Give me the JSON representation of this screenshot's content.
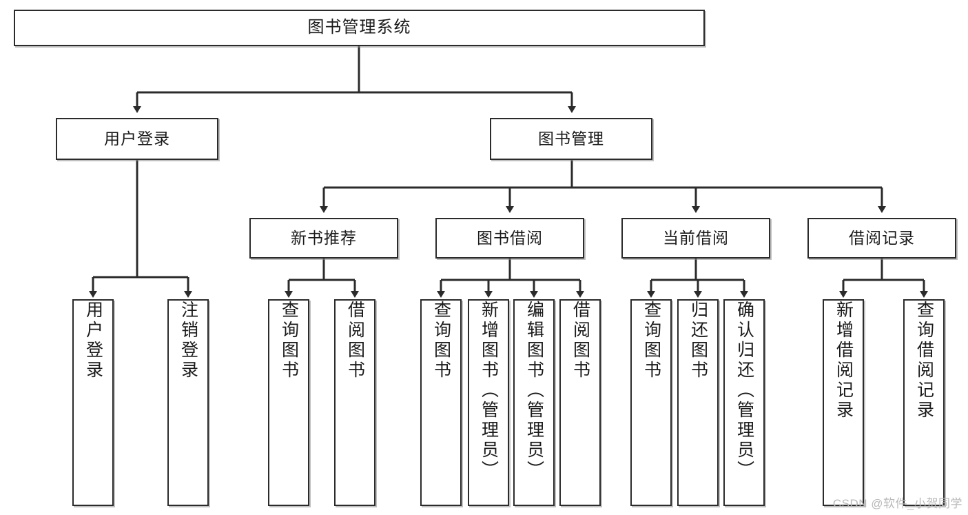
{
  "diagram": {
    "title": "图书管理系统",
    "type": "tree",
    "watermark": "CSDN @软件_小贺同学",
    "colors": {
      "box_border": "#2b2b2b",
      "box_fill": "#ffffff",
      "edge": "#2b2b2b",
      "text": "#1a1a1a",
      "watermark": "#b9b9b9"
    },
    "nodes": {
      "root": {
        "label": "图书管理系统"
      },
      "level2": [
        {
          "label": "用户登录"
        },
        {
          "label": "图书管理"
        }
      ],
      "level3": [
        {
          "label": "新书推荐"
        },
        {
          "label": "图书借阅"
        },
        {
          "label": "当前借阅"
        },
        {
          "label": "借阅记录"
        }
      ],
      "leaves": {
        "user_login": [
          {
            "label": "用户登录"
          },
          {
            "label": "注销登录"
          }
        ],
        "new_book_recommend": [
          {
            "label": "查询图书"
          },
          {
            "label": "借阅图书"
          }
        ],
        "book_borrow": [
          {
            "label": "查询图书"
          },
          {
            "label": "新增图书（管理员）"
          },
          {
            "label": "编辑图书（管理员）"
          },
          {
            "label": "借阅图书"
          }
        ],
        "current_borrow": [
          {
            "label": "查询图书"
          },
          {
            "label": "归还图书"
          },
          {
            "label": "确认归还（管理员）"
          }
        ],
        "borrow_record": [
          {
            "label": "新增借阅记录"
          },
          {
            "label": "查询借阅记录"
          }
        ]
      }
    }
  }
}
